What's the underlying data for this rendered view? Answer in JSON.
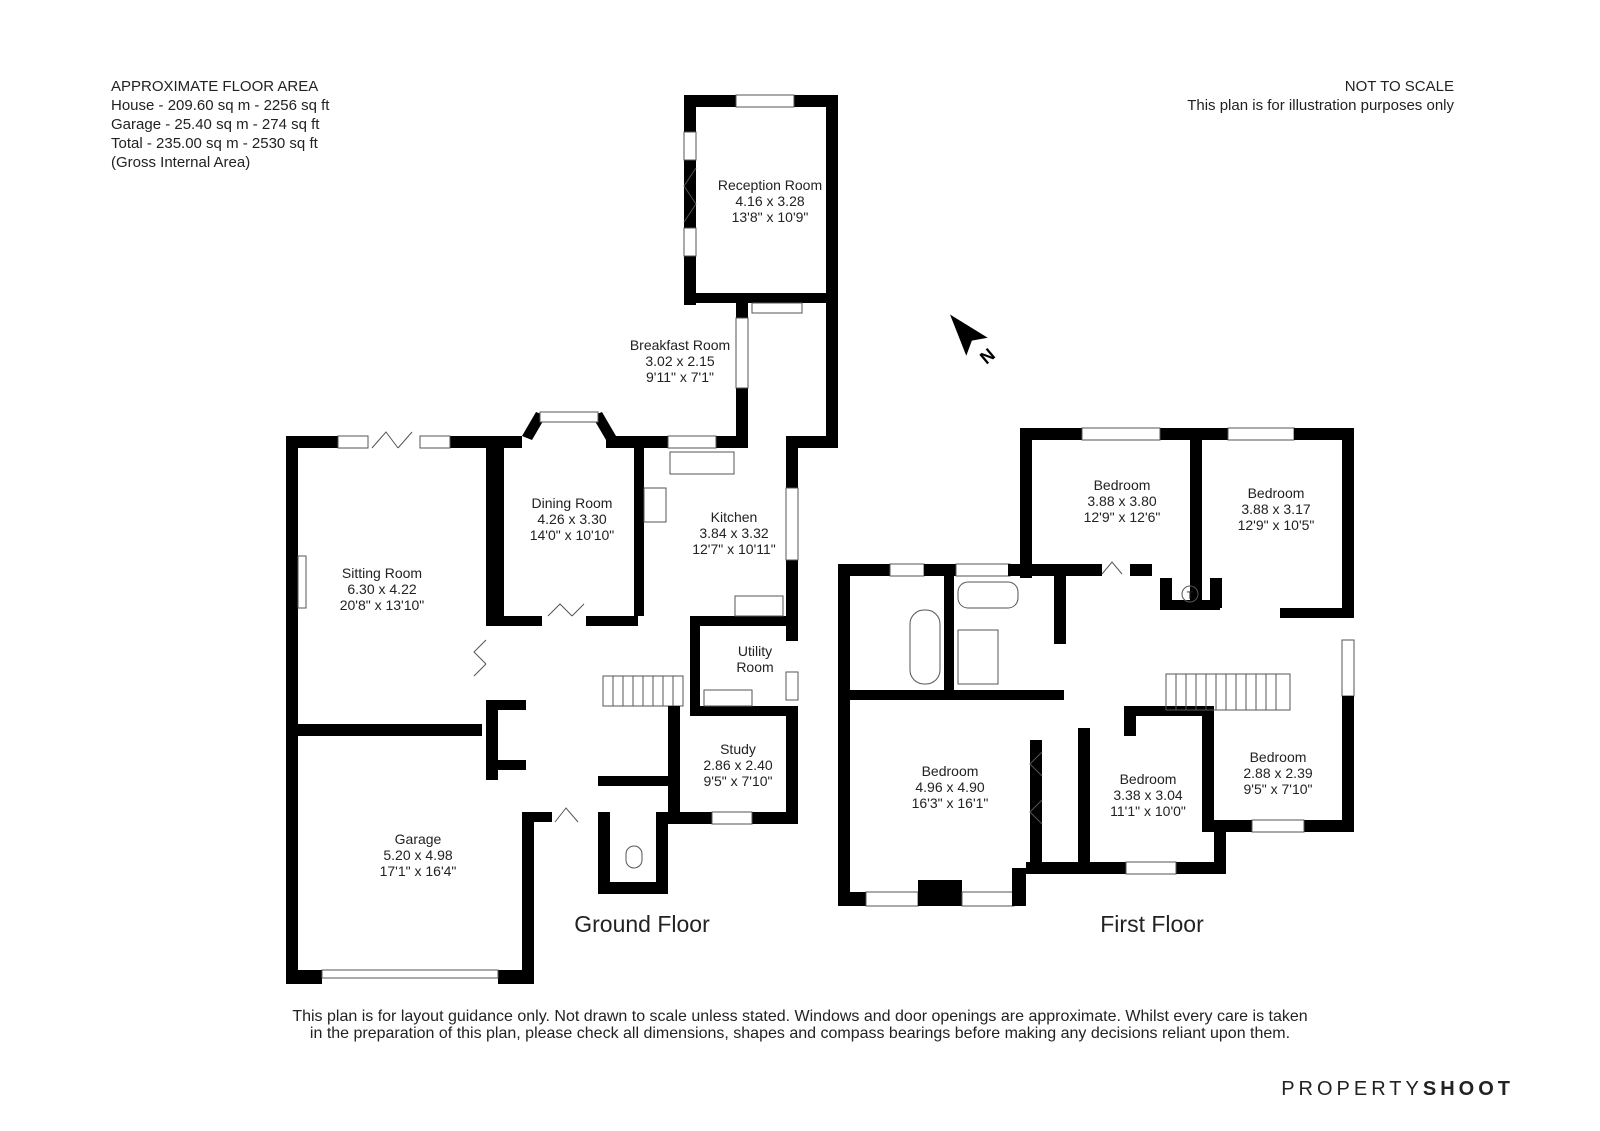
{
  "header_left": {
    "title": "APPROXIMATE FLOOR AREA",
    "house": "House - 209.60 sq m - 2256 sq ft",
    "garage": "Garage - 25.40 sq m - 274 sq ft",
    "total": "Total - 235.00 sq m - 2530 sq ft",
    "note": "(Gross Internal Area)"
  },
  "header_right": {
    "scale": "NOT TO SCALE",
    "purpose": "This plan is for illustration purposes only"
  },
  "floors": {
    "ground": "Ground Floor",
    "first": "First Floor"
  },
  "rooms": {
    "reception": {
      "name": "Reception Room",
      "metric": "4.16 x 3.28",
      "imperial": "13'8\" x 10'9\""
    },
    "breakfast": {
      "name": "Breakfast Room",
      "metric": "3.02 x 2.15",
      "imperial": "9'11\" x 7'1\""
    },
    "dining": {
      "name": "Dining Room",
      "metric": "4.26 x 3.30",
      "imperial": "14'0\" x 10'10\""
    },
    "kitchen": {
      "name": "Kitchen",
      "metric": "3.84 x 3.32",
      "imperial": "12'7\" x 10'11\""
    },
    "sitting": {
      "name": "Sitting Room",
      "metric": "6.30 x 4.22",
      "imperial": "20'8\" x 13'10\""
    },
    "utility": {
      "name": "Utility",
      "name2": "Room"
    },
    "study": {
      "name": "Study",
      "metric": "2.86 x 2.40",
      "imperial": "9'5\" x 7'10\""
    },
    "garage": {
      "name": "Garage",
      "metric": "5.20 x 4.98",
      "imperial": "17'1\" x 16'4\""
    },
    "bed1": {
      "name": "Bedroom",
      "metric": "3.88 x 3.80",
      "imperial": "12'9\" x 12'6\""
    },
    "bed2": {
      "name": "Bedroom",
      "metric": "3.88 x 3.17",
      "imperial": "12'9\" x 10'5\""
    },
    "bed3": {
      "name": "Bedroom",
      "metric": "4.96 x 4.90",
      "imperial": "16'3\" x 16'1\""
    },
    "bed4": {
      "name": "Bedroom",
      "metric": "3.38 x 3.04",
      "imperial": "11'1\" x 10'0\""
    },
    "bed5": {
      "name": "Bedroom",
      "metric": "2.88 x 2.39",
      "imperial": "9'5\" x 7'10\""
    }
  },
  "tank_label": "T",
  "compass_label": "N",
  "disclaimer": {
    "line1": "This plan is for layout guidance only. Not drawn to scale unless stated. Windows and door openings are approximate. Whilst every care is taken",
    "line2": "in the preparation of this plan, please check all dimensions, shapes and compass bearings before making any decisions reliant upon them."
  },
  "brand": {
    "part1": "PROPERTY",
    "part2": "SHOOT"
  }
}
